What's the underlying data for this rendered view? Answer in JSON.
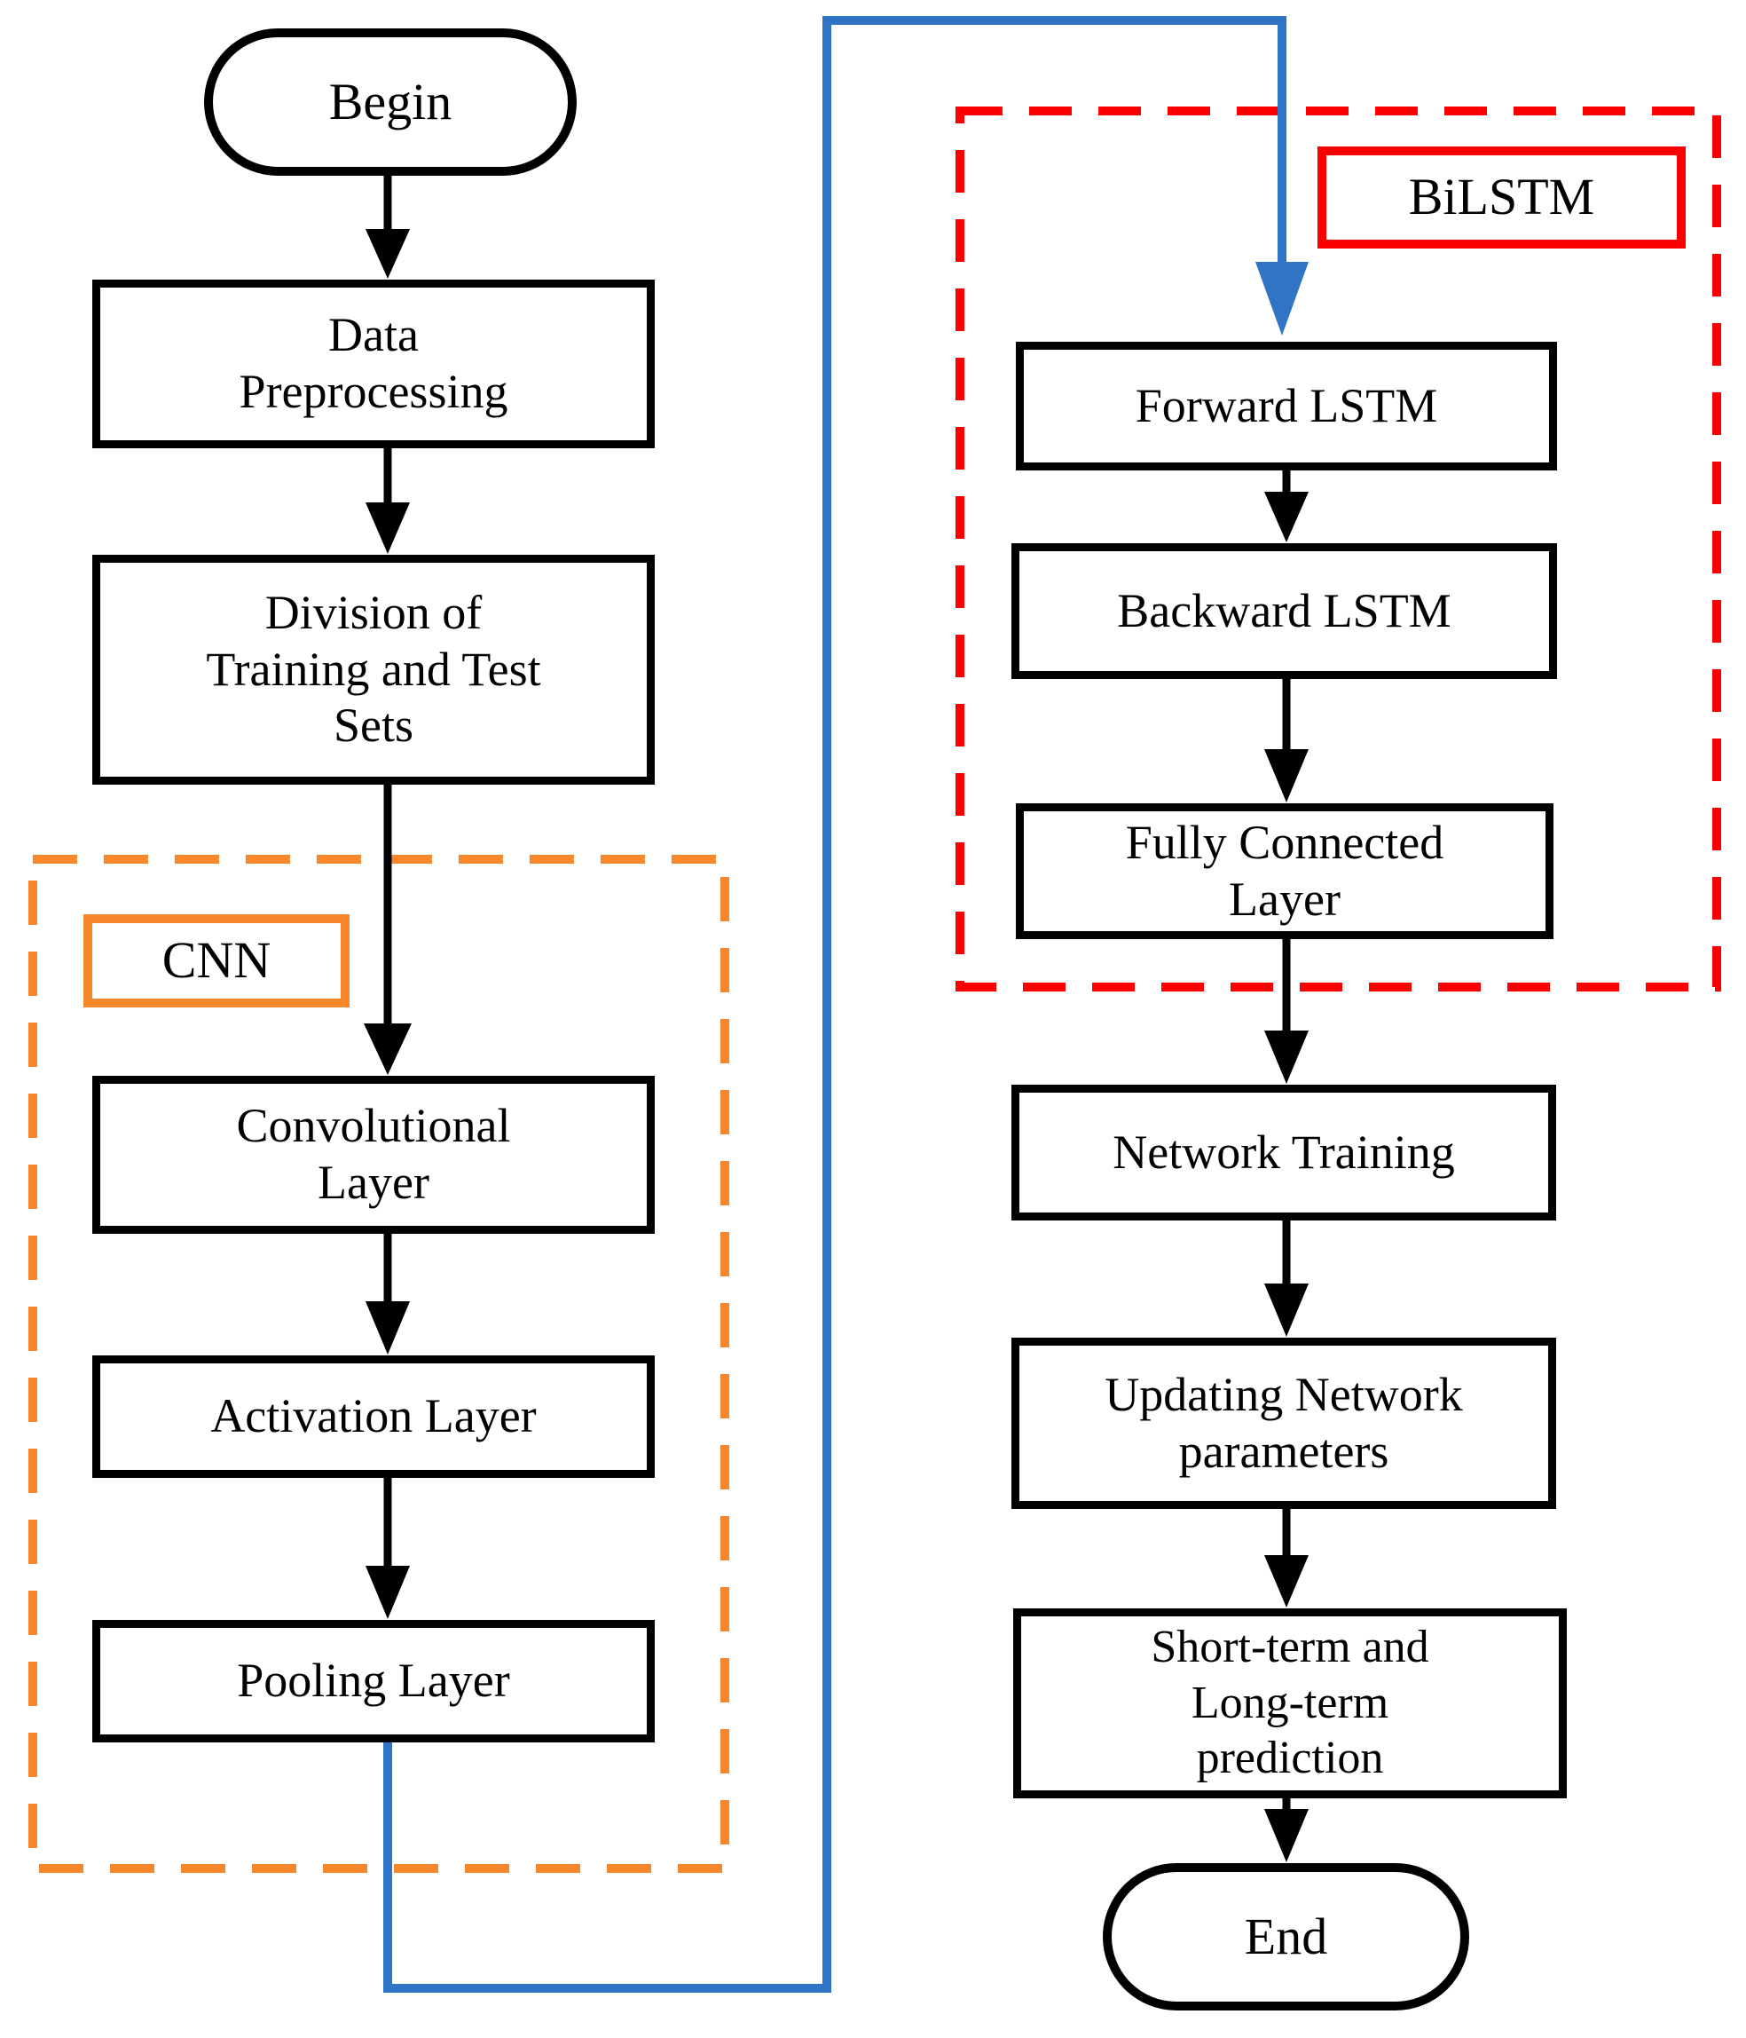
{
  "colors": {
    "blue": "#3173C4",
    "orange": "#F6872B",
    "red": "#FB0000",
    "black": "#000000"
  },
  "nodes": {
    "begin": "Begin",
    "data_preprocessing": "Data\nPreprocessing",
    "division": "Division of\nTraining and Test\nSets",
    "cnn_label": "CNN",
    "convolutional": "Convolutional\nLayer",
    "activation": "Activation Layer",
    "pooling": "Pooling Layer",
    "bilstm_label": "BiLSTM",
    "forward_lstm": "Forward LSTM",
    "backward_lstm": "Backward LSTM",
    "fully_connected": "Fully Connected\nLayer",
    "network_training": "Network Training",
    "updating_parameters": "Updating Network\nparameters",
    "prediction": "Short-term and\nLong-term\nprediction",
    "end": "End"
  }
}
